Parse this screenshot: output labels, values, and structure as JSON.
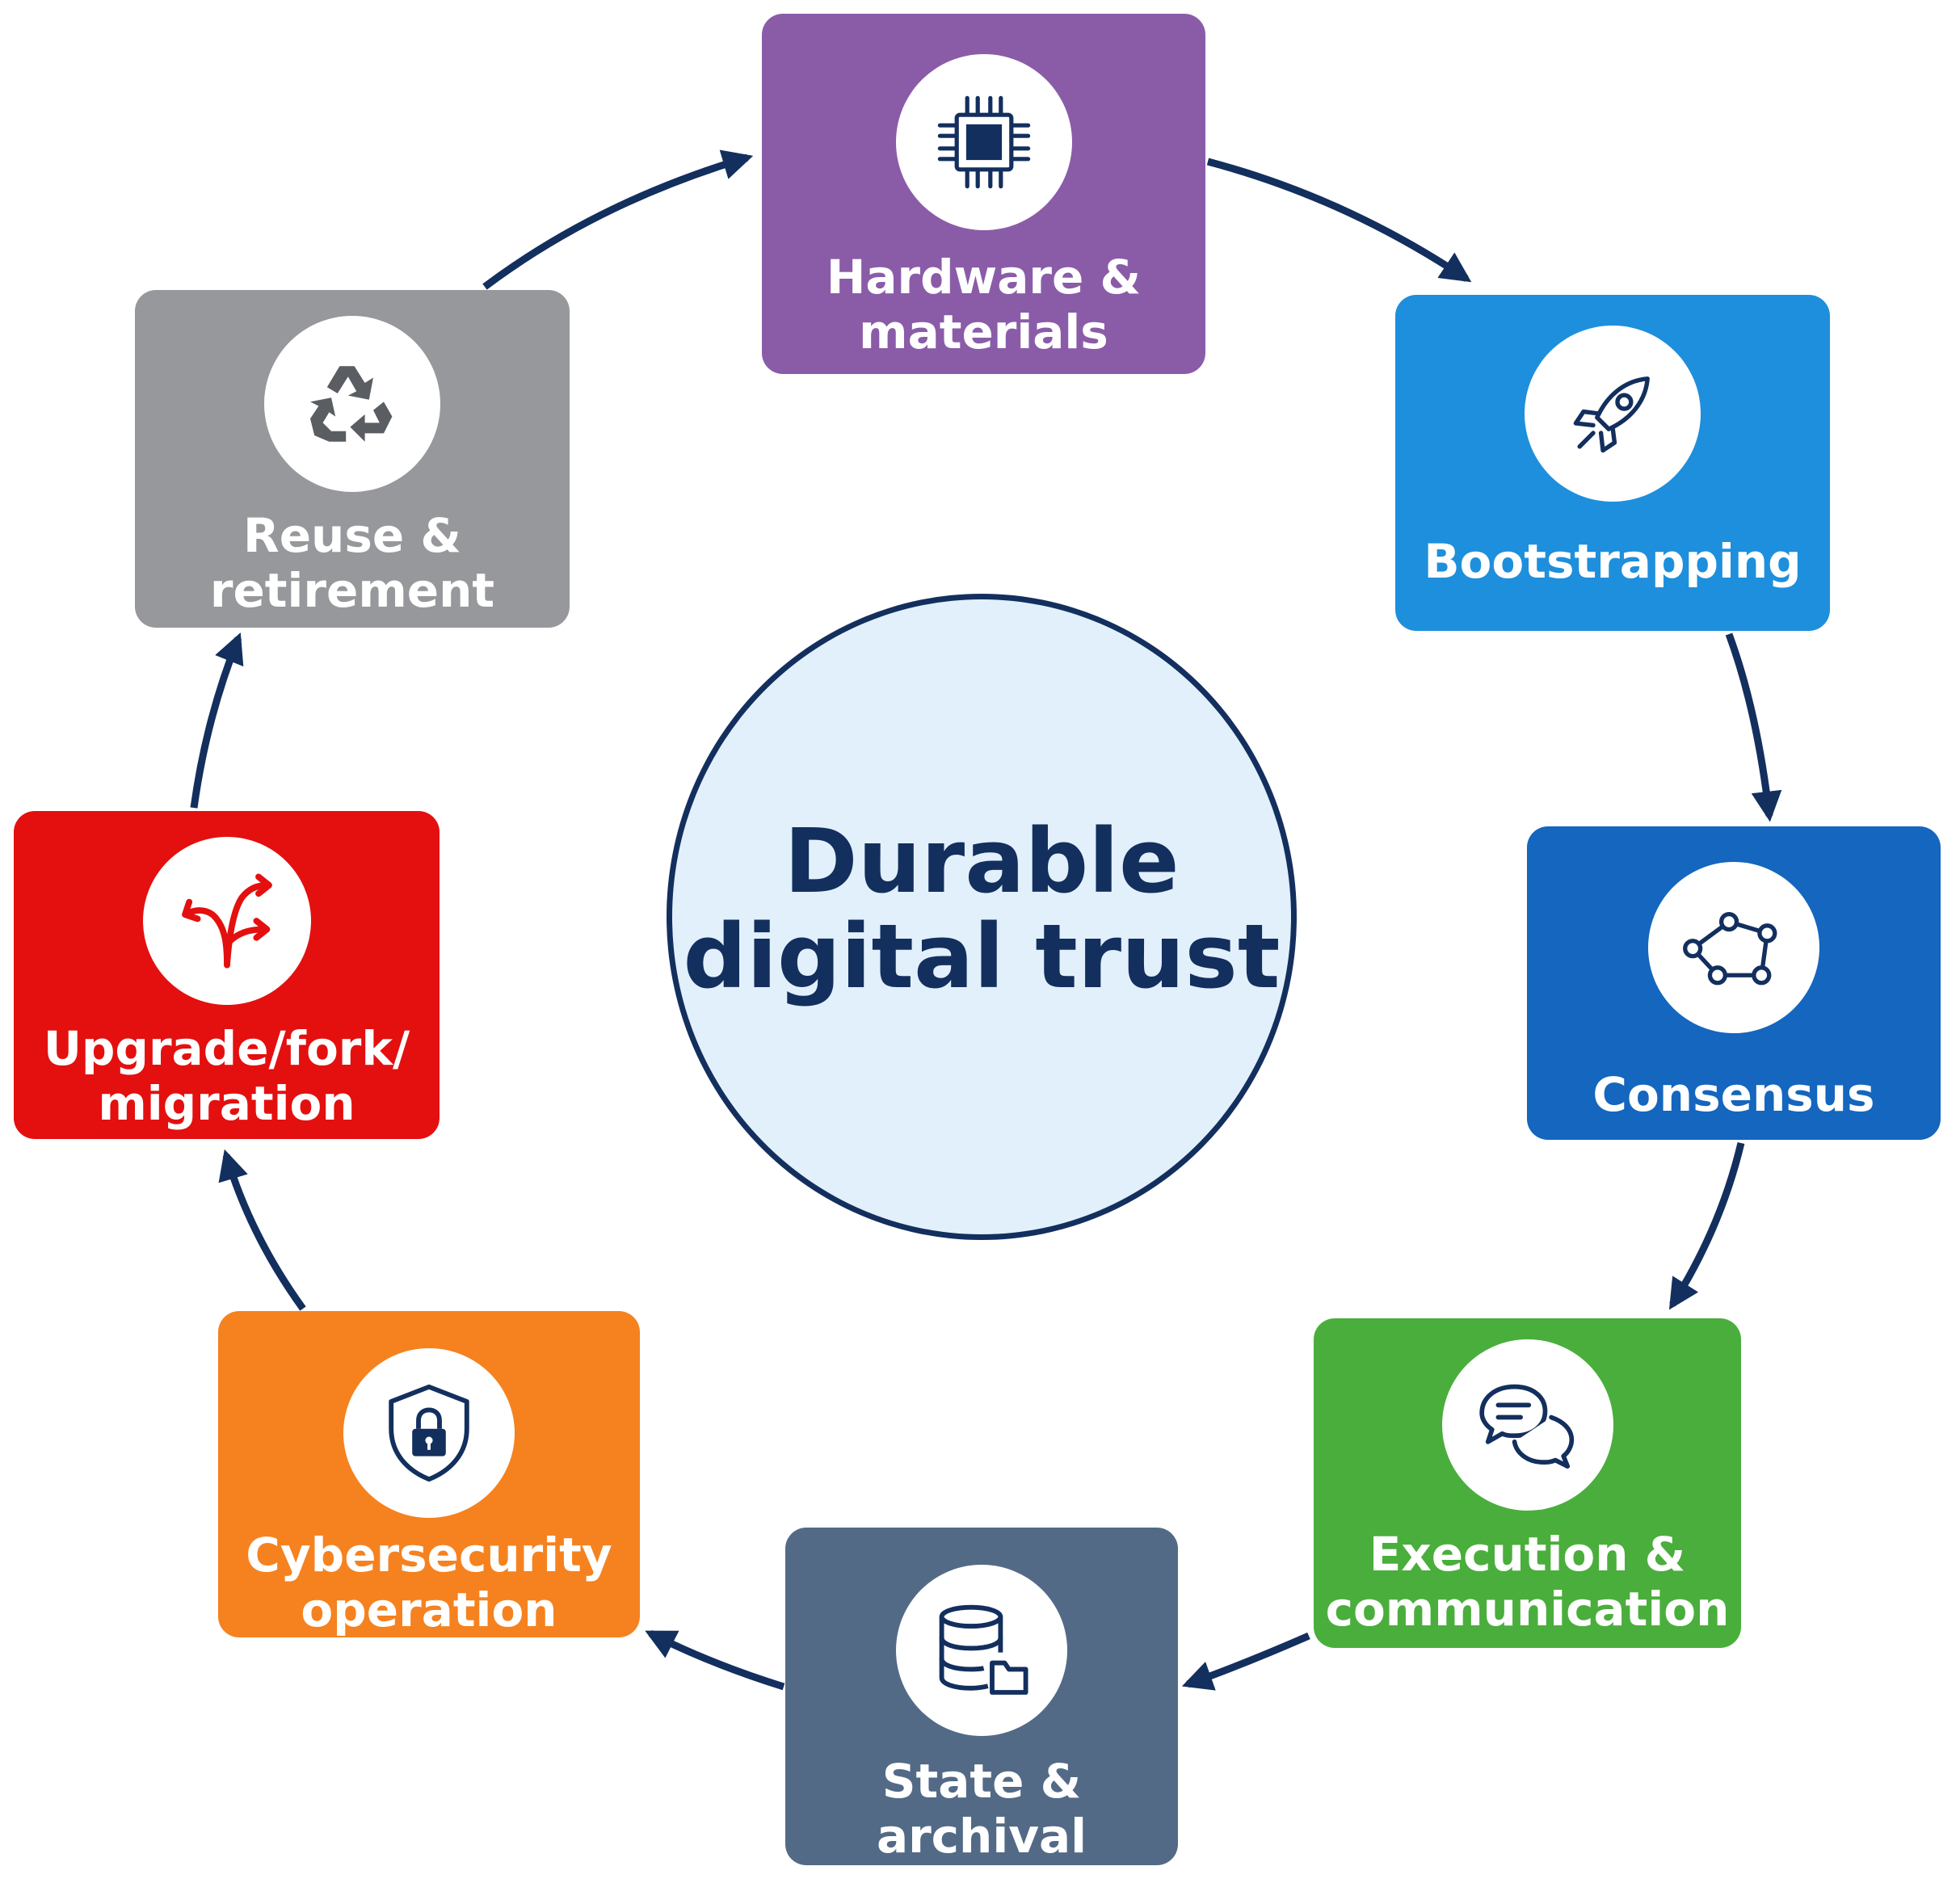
{
  "center": {
    "label": "Durable\ndigital trust",
    "fill": "#e2f0fb",
    "stroke": "#132f5e"
  },
  "cycle_direction": "clockwise",
  "arrow_color": "#132f5e",
  "stages": [
    {
      "id": "hardware",
      "label": "Hardware &\nmaterials",
      "color": "#8a5ca8",
      "icon": "cpu-chip-icon"
    },
    {
      "id": "bootstrapping",
      "label": "Bootstrapping",
      "color": "#1e8fdc",
      "icon": "rocket-icon"
    },
    {
      "id": "consensus",
      "label": "Consensus",
      "color": "#1466be",
      "icon": "network-nodes-icon"
    },
    {
      "id": "execution",
      "label": "Execution &\ncommunication",
      "color": "#4aae3c",
      "icon": "chat-bubbles-icon"
    },
    {
      "id": "state",
      "label": "State &\narchival",
      "color": "#536a87",
      "icon": "database-folder-icon"
    },
    {
      "id": "cybersecurity",
      "label": "Cybersecurity\noperation",
      "color": "#f5821f",
      "icon": "shield-lock-icon"
    },
    {
      "id": "upgrade",
      "label": "Upgrade/fork/\nmigration",
      "color": "#e3100f",
      "icon": "fork-arrows-icon"
    },
    {
      "id": "reuse",
      "label": "Reuse &\nretirement",
      "color": "#96989b",
      "icon": "recycle-icon"
    }
  ]
}
